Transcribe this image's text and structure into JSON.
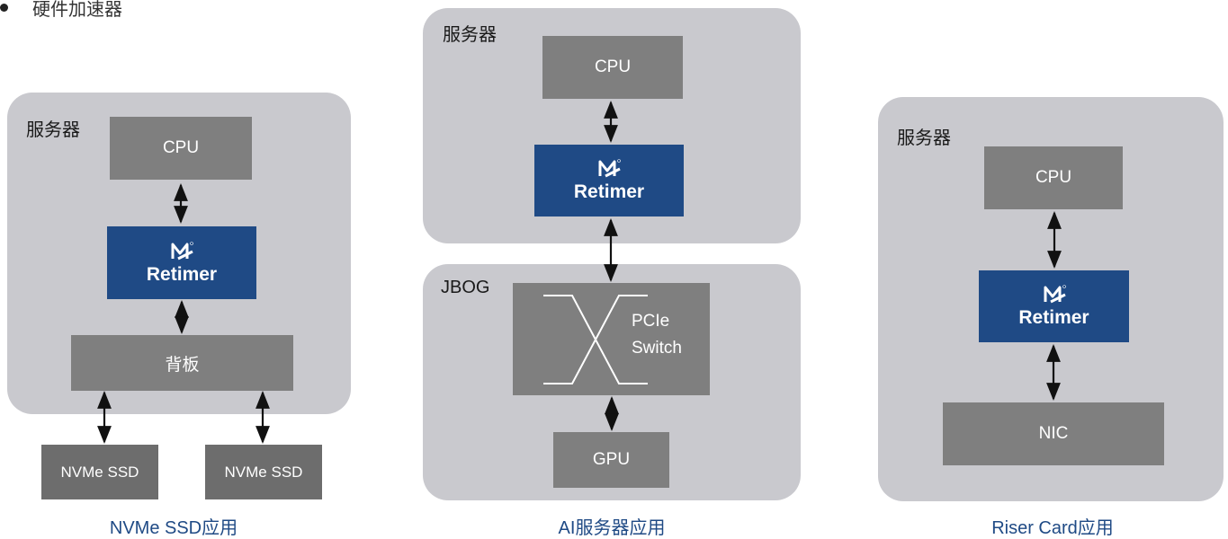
{
  "top_note": "硬件加速器",
  "colors": {
    "panel": "#c9c9ce",
    "box": "#7f7f7f",
    "retimer": "#1f4a85",
    "caption": "#1f4a85"
  },
  "diagram1": {
    "panel_label": "服务器",
    "cpu": "CPU",
    "retimer": "Retimer",
    "backplane": "背板",
    "ssd_left": "NVMe SSD",
    "ssd_right": "NVMe SSD",
    "caption": "NVMe SSD应用"
  },
  "diagram2": {
    "panel_label": "服务器",
    "cpu": "CPU",
    "retimer": "Retimer",
    "jbog_label": "JBOG",
    "switch_line1": "PCIe",
    "switch_line2": "Switch",
    "gpu": "GPU",
    "caption": "AI服务器应用"
  },
  "diagram3": {
    "panel_label": "服务器",
    "cpu": "CPU",
    "retimer": "Retimer",
    "nic": "NIC",
    "caption": "Riser Card应用"
  },
  "icons": {
    "retimer_logo": "montage-logo-icon",
    "connector": "double-arrow-icon"
  }
}
